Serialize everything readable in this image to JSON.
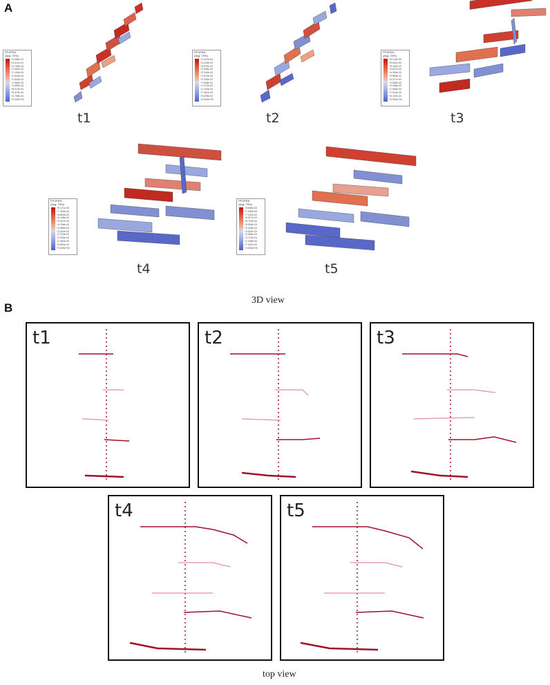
{
  "panel_a": {
    "letter": "A",
    "caption": "3D view",
    "legend_title": "PFOPEN\n(Avg: 75%)",
    "views": [
      {
        "label": "t1",
        "legend_values": [
          "+3.285e-03",
          "+3.011e-03",
          "+2.738e-03",
          "+2.464e-03",
          "+2.190e-03",
          "+1.916e-03",
          "+1.642e-03",
          "+1.369e-03",
          "+1.095e-03",
          "+8.213e-04",
          "+5.475e-04",
          "+2.738e-04",
          "+0.000e+00"
        ]
      },
      {
        "label": "t2",
        "legend_values": [
          "+4.413e-03",
          "+4.043e-03",
          "+3.676e-03",
          "+3.308e-03",
          "+2.940e-03",
          "+2.573e-03",
          "+2.205e-03",
          "+1.838e-03",
          "+1.470e-03",
          "+1.103e-03",
          "+7.351e-04",
          "+3.676e-04",
          "+0.000e+00"
        ]
      },
      {
        "label": "t3",
        "legend_values": [
          "+6.143e-03",
          "+5.631e-03",
          "+5.119e-03",
          "+4.607e-03",
          "+4.095e-03",
          "+3.583e-03",
          "+3.071e-03",
          "+2.559e-03",
          "+2.048e-03",
          "+1.536e-03",
          "+1.024e-03",
          "+5.119e-04",
          "+0.000e+00"
        ]
      },
      {
        "label": "t4",
        "legend_values": [
          "+8.171e-03",
          "+7.490e-03",
          "+6.809e-03",
          "+6.128e-03",
          "+5.447e-03",
          "+4.766e-03",
          "+4.085e-03",
          "+3.404e-03",
          "+2.724e-03",
          "+2.043e-03",
          "+1.362e-03",
          "+6.809e-04",
          "+0.000e+00"
        ]
      },
      {
        "label": "t5",
        "legend_values": [
          "+8.689e-03",
          "+7.965e-03",
          "+7.241e-03",
          "+6.517e-03",
          "+5.793e-03",
          "+5.069e-03",
          "+4.345e-03",
          "+3.620e-03",
          "+2.896e-03",
          "+2.172e-03",
          "+1.448e-03",
          "+7.241e-04",
          "+0.000e+00"
        ]
      }
    ]
  },
  "panel_b": {
    "letter": "B",
    "caption": "top view",
    "views": [
      {
        "label": "t1"
      },
      {
        "label": "t2"
      },
      {
        "label": "t3"
      },
      {
        "label": "t4"
      },
      {
        "label": "t5"
      }
    ]
  },
  "colors": {
    "fracture_dark": "#a01028",
    "fracture_light": "#e8a0b0",
    "mesh_red": "#c83028",
    "mesh_blue": "#5868c8"
  }
}
